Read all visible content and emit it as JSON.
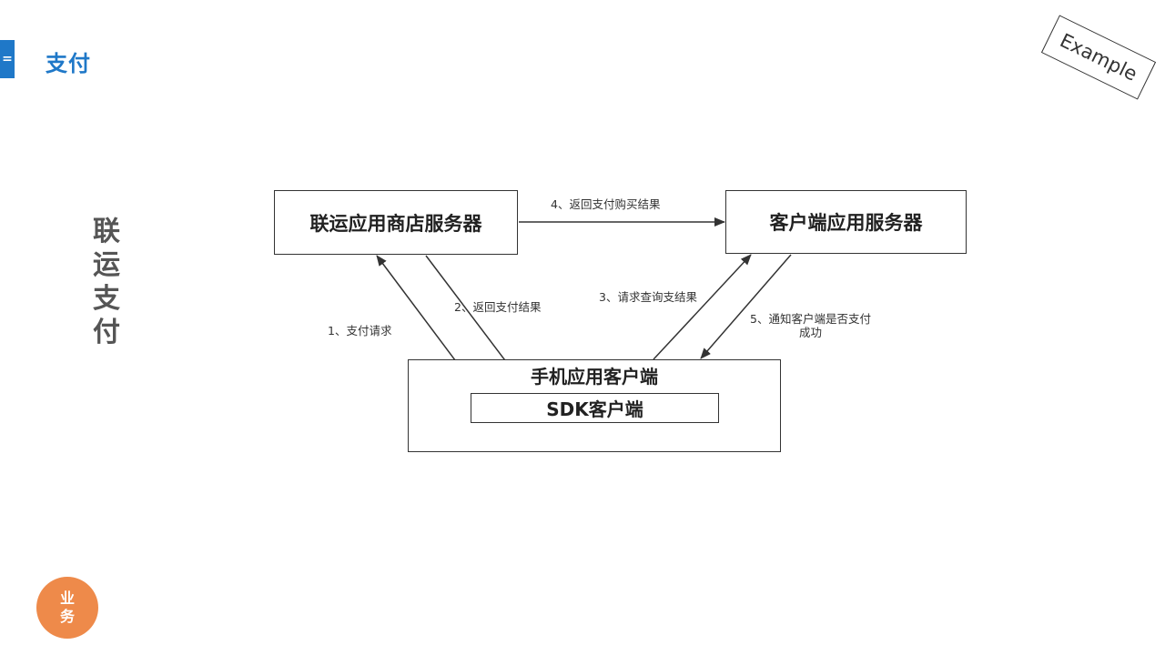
{
  "header": {
    "tab_glyph": "=",
    "title": "支付"
  },
  "stamp": {
    "text": "Example"
  },
  "side_label": "联运支付",
  "badge": {
    "text": "业务"
  },
  "diagram": {
    "nodes": {
      "store_server": "联运应用商店服务器",
      "client_server": "客户端应用服务器",
      "mobile_client": "手机应用客户端",
      "sdk_client": "SDK客户端"
    },
    "edges": {
      "e1": "1、支付请求",
      "e2": "2、返回支付结果",
      "e3": "3、请求查询支结果",
      "e4": "4、返回支付购买结果",
      "e5": "5、通知客户端是否支付成功"
    }
  }
}
